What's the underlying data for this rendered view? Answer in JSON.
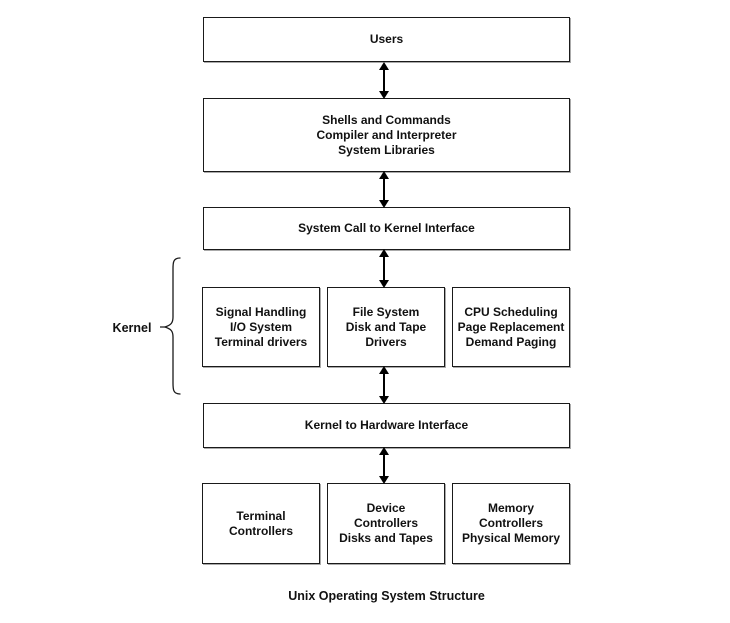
{
  "diagram": {
    "caption": "Unix Operating System Structure",
    "kernel_label": "Kernel",
    "colors": {
      "background": "#ffffff",
      "box_border": "#1a1a1a",
      "box_shadow": "#aaaaaa",
      "text": "#111111",
      "arrow": "#000000"
    },
    "boxes": {
      "users": "Users",
      "shells": "Shells and Commands\nCompiler and Interpreter\nSystem Libraries",
      "syscall": "System Call to Kernel Interface",
      "signal_handling": "Signal Handling\nI/O System\nTerminal drivers",
      "file_system": "File System\nDisk and Tape\nDrivers",
      "cpu_scheduling": "CPU Scheduling\nPage Replacement\nDemand Paging",
      "kernel_to_hardware": "Kernel to Hardware Interface",
      "terminal_controllers": "Terminal\nControllers",
      "device_controllers": "Device\nControllers\nDisks and Tapes",
      "memory_controllers": "Memory\nControllers\nPhysical Memory"
    }
  }
}
